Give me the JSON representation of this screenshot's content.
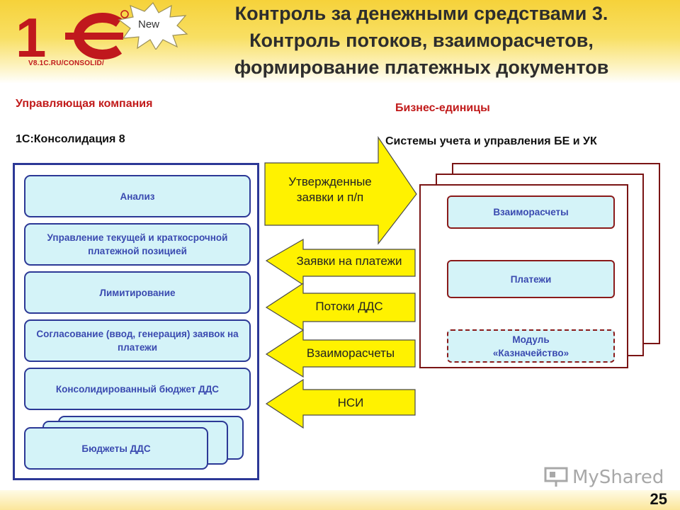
{
  "header": {
    "logo_caption": "V8.1C.RU/CONSOLID/",
    "badge": "New",
    "title_lines": [
      "Контроль за денежными средствами 3.",
      "Контроль потоков, взаиморасчетов,",
      "формирование платежных документов"
    ]
  },
  "left": {
    "heading": "Управляющая компания",
    "system": "1С:Консолидация 8",
    "modules": [
      "Анализ",
      "Управление текущей и краткосрочной платежной позицией",
      "Лимитирование",
      "Согласование (ввод, генерация) заявок на платежи",
      "Консолидированный бюджет ДДС",
      "Бюджеты ДДС"
    ]
  },
  "arrows": {
    "to_right": "Утвержденные заявки и п/п",
    "to_left": [
      "Заявки на платежи",
      "Потоки ДДС",
      "Взаиморасчеты",
      "НСИ"
    ]
  },
  "right": {
    "heading": "Бизнес-единицы",
    "system": "Системы учета и управления БЕ и УК",
    "modules": [
      "Взаиморасчеты",
      "Платежи",
      "Модуль «Казначейство»"
    ]
  },
  "footer": {
    "watermark": "MyShared",
    "page_number": "25"
  },
  "colors": {
    "header_yellow": "#f6d23a",
    "arrow_fill": "#fff200",
    "module_fill": "#d4f3f8",
    "left_border": "#2c3896",
    "right_border": "#7a1414",
    "logo_red": "#c0181d"
  }
}
